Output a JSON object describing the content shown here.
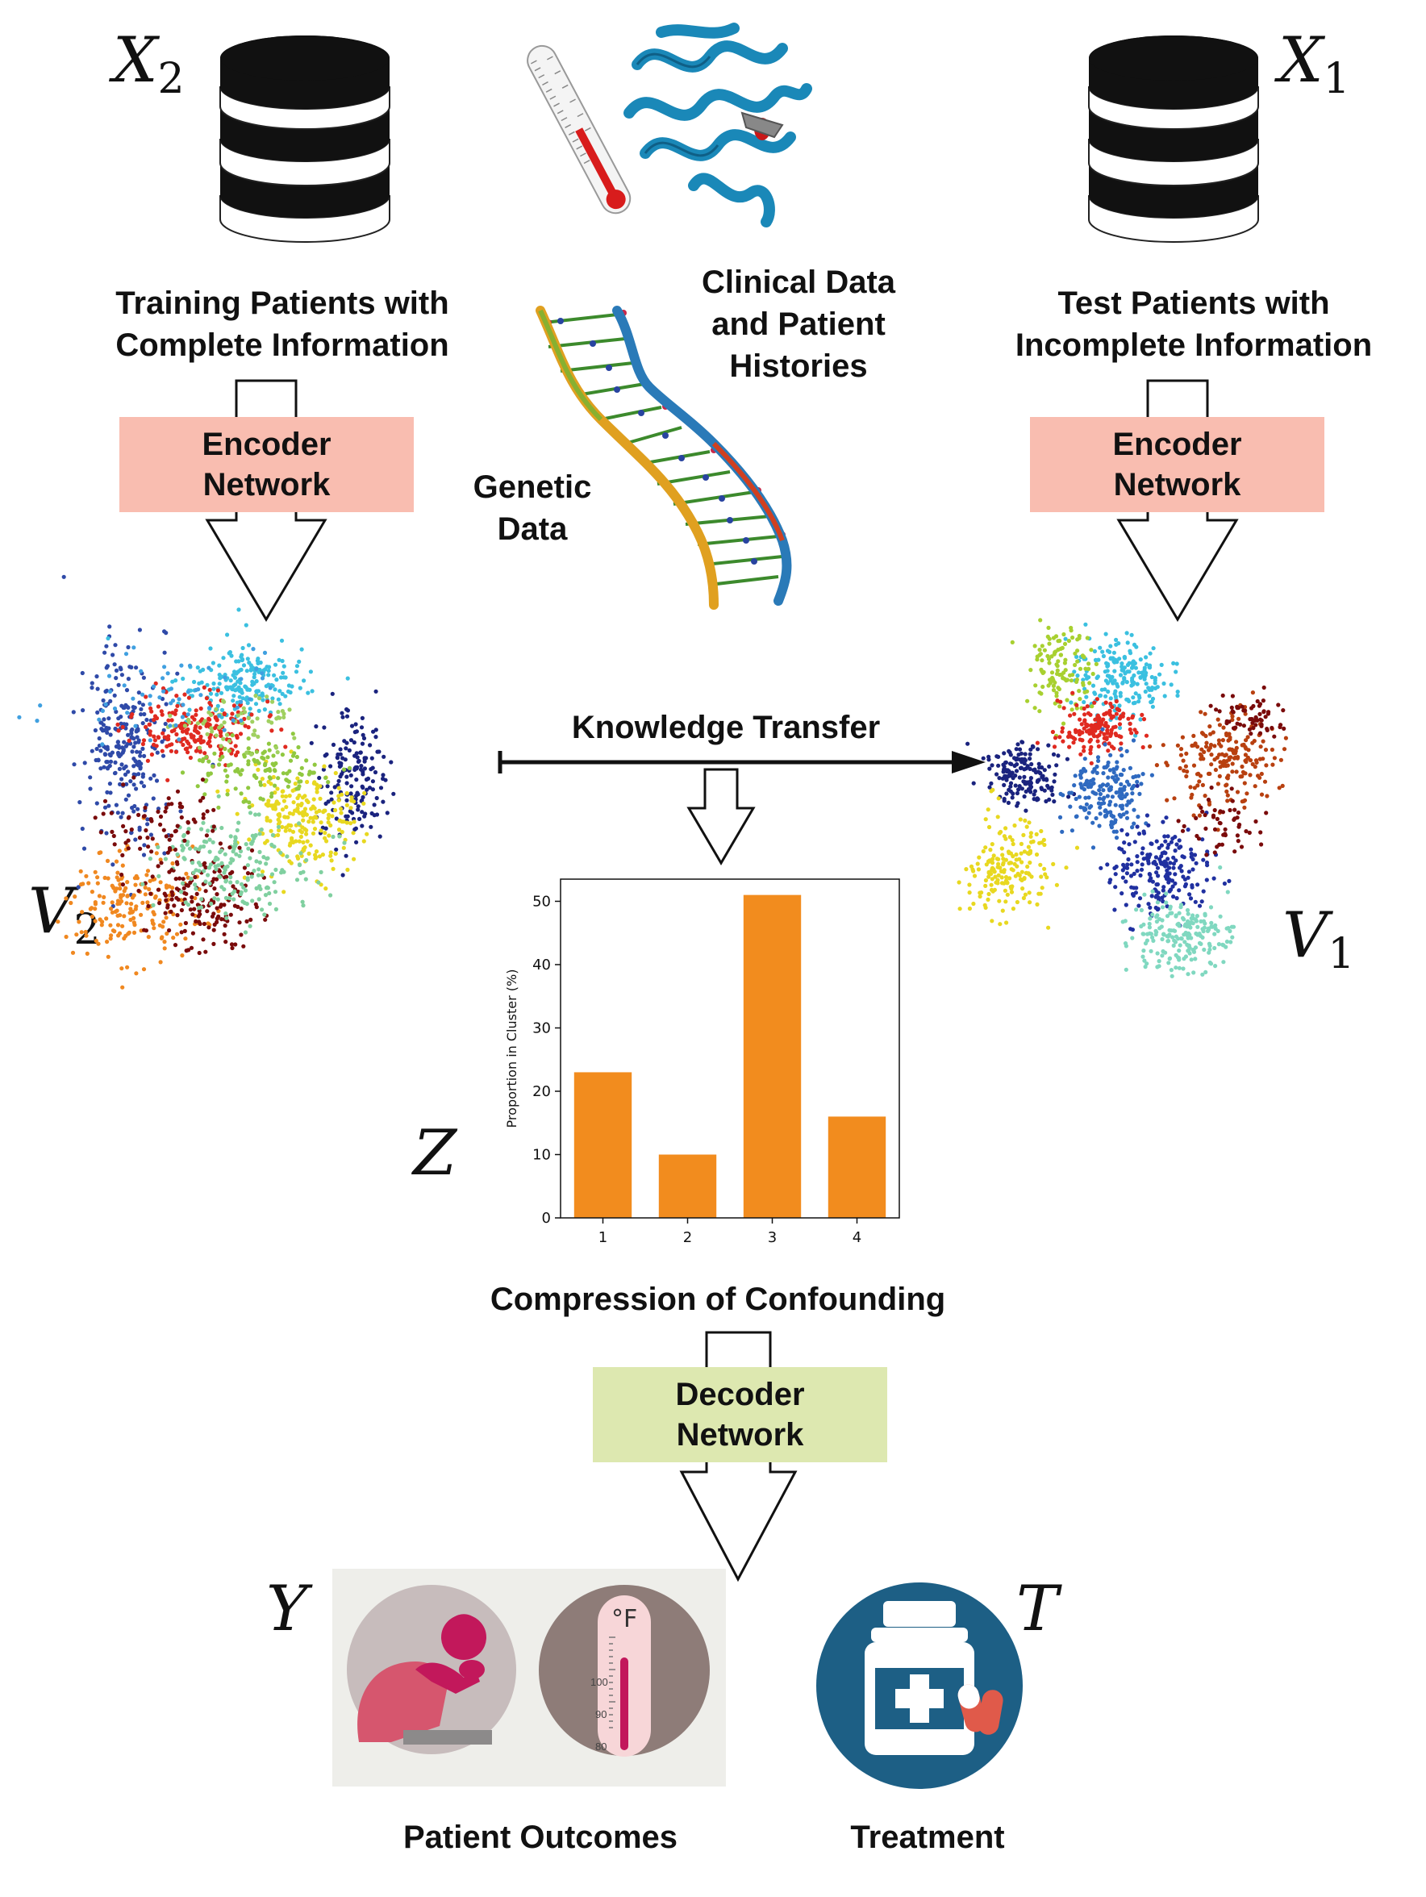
{
  "variables": {
    "x2_base": "X",
    "x2_sub": "2",
    "x1_base": "X",
    "x1_sub": "1",
    "v2_base": "V",
    "v2_sub": "2",
    "v1_base": "V",
    "v1_sub": "1",
    "z": "Z",
    "y": "Y",
    "t": "T"
  },
  "labels": {
    "training_patients_line1": "Training Patients with",
    "training_patients_line2": "Complete Information",
    "test_patients_line1": "Test Patients with",
    "test_patients_line2": "Incomplete Information",
    "clinical_line1": "Clinical Data",
    "clinical_line2": "and Patient",
    "clinical_line3": "Histories",
    "genetic_line1": "Genetic",
    "genetic_line2": "Data",
    "knowledge_transfer": "Knowledge Transfer",
    "compression": "Compression of Confounding",
    "patient_outcomes": "Patient Outcomes",
    "treatment": "Treatment",
    "thermometer_unit": "°F"
  },
  "networks": {
    "encoder_left_line1": "Encoder",
    "encoder_left_line2": "Network",
    "encoder_right_line1": "Encoder",
    "encoder_right_line2": "Network",
    "decoder_line1": "Decoder",
    "decoder_line2": "Network"
  },
  "colors": {
    "encoder_fill": "#f9bdb0",
    "decoder_fill": "#dde8b0",
    "bar_fill": "#f28c1e",
    "treatment_circle": "#1d5f85",
    "outcome_panel": "#eeeeea"
  },
  "thermometer_ticks": [
    "100",
    "90",
    "80"
  ],
  "chart_data": {
    "type": "bar",
    "categories": [
      "1",
      "2",
      "3",
      "4"
    ],
    "values": [
      23,
      10,
      51,
      16
    ],
    "ylabel": "Proportion in Cluster (%)",
    "xlabel": "",
    "yticks": [
      0,
      10,
      20,
      30,
      40,
      50
    ],
    "ylim": [
      0,
      53.5
    ],
    "grid": false
  }
}
